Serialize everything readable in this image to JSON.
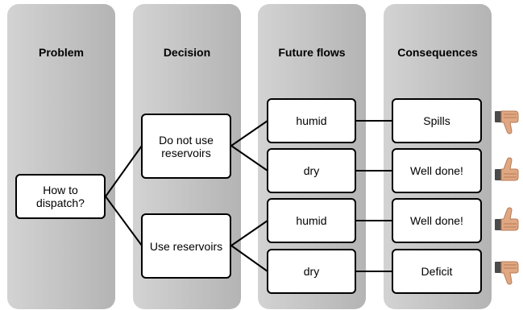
{
  "columns": {
    "problem": "Problem",
    "decision": "Decision",
    "flows": "Future flows",
    "consequences": "Consequences"
  },
  "nodes": {
    "problem": "How to dispatch?",
    "no_reservoirs": "Do not use reservoirs",
    "use_reservoirs": "Use reservoirs",
    "flow1": "humid",
    "flow2": "dry",
    "flow3": "humid",
    "flow4": "dry",
    "cons1": "Spills",
    "cons2": "Well done!",
    "cons3": "Well done!",
    "cons4": "Deficit"
  },
  "outcome_icons": [
    "thumbs-down",
    "thumbs-up",
    "thumbs-up",
    "thumbs-down"
  ]
}
